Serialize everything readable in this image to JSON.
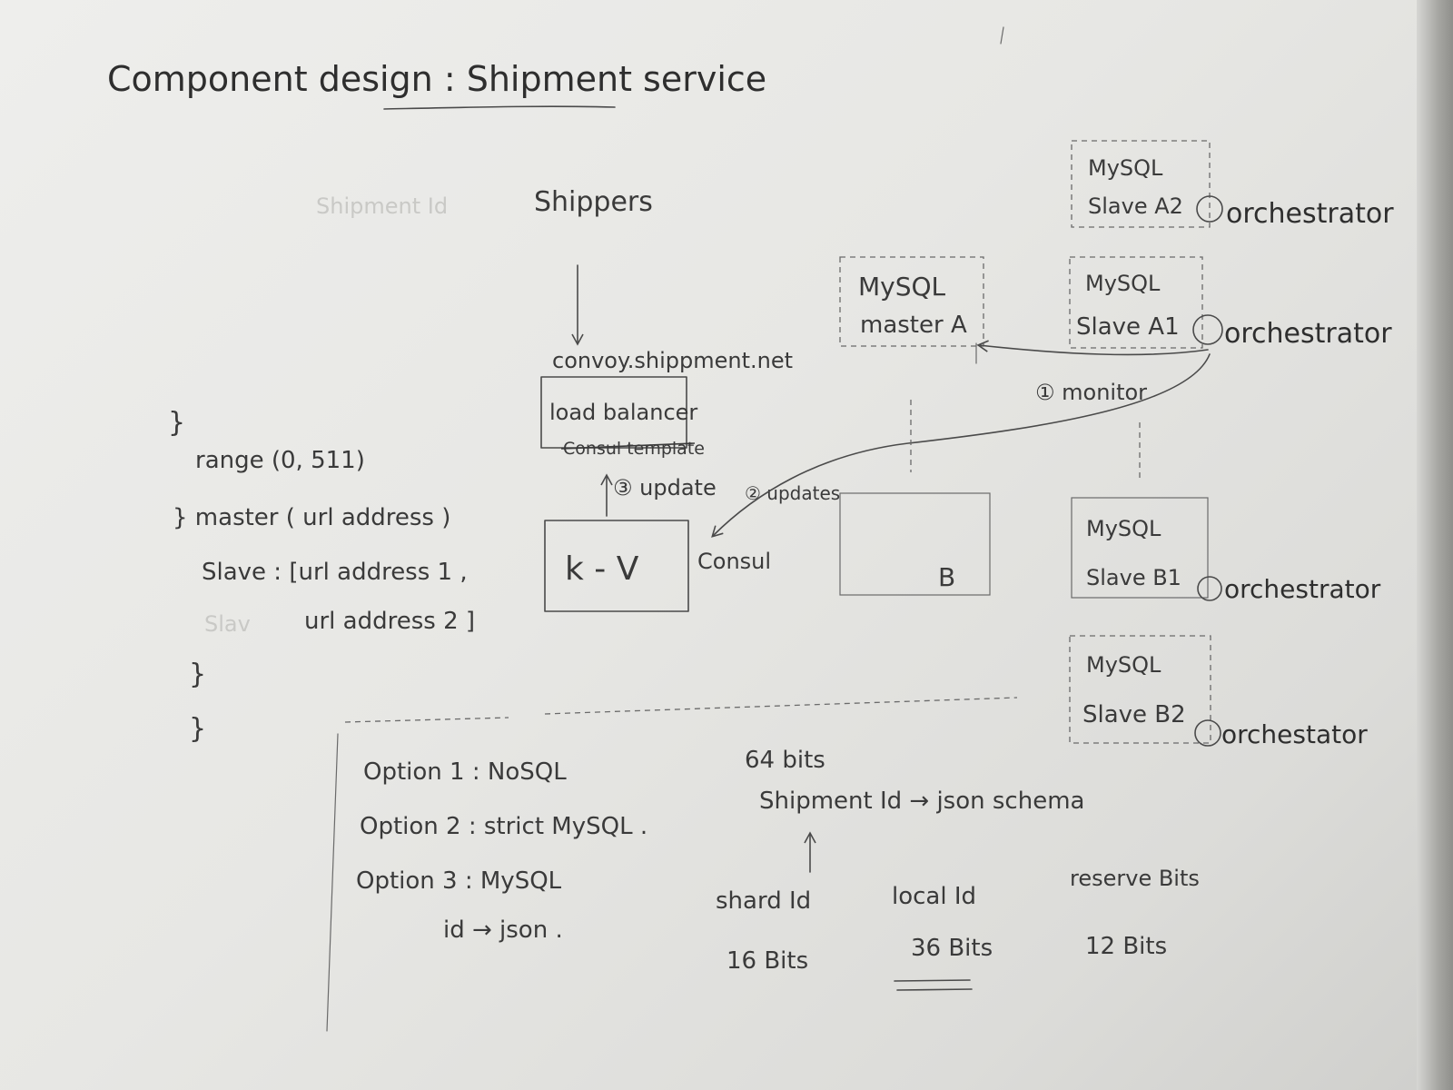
{
  "title": "Component design : Shipment service",
  "faint_text": {
    "top": "Shipment Id",
    "slave_fragment": "Slav"
  },
  "shippers": "Shippers",
  "domain": "convoy.shippment.net",
  "load_balancer": "load balancer",
  "consul_template": "Consul template",
  "update_step": "③ update",
  "updates_step": "② updates",
  "monitor_step": "① monitor",
  "kv": "k - V",
  "consul": "Consul",
  "shard_b": "B",
  "nodes": {
    "master_a": [
      "MySQL",
      "master A"
    ],
    "slave_a2": [
      "MySQL",
      "Slave A2"
    ],
    "slave_a1": [
      "MySQL",
      "Slave A1"
    ],
    "slave_b1": [
      "MySQL",
      "Slave B1"
    ],
    "slave_b2": [
      "MySQL",
      "Slave B2"
    ]
  },
  "orchestrators": {
    "a2": "orchestrator",
    "a1": "orchestrator",
    "b1": "orchestrator",
    "b2": "orchestator"
  },
  "config": {
    "open_brace": "}",
    "range": "range (0, 511)",
    "master": "} master ( url address )",
    "slave_1": "Slave : [url address 1 ,",
    "slave_2": "url address 2 ]",
    "close_1": "}",
    "close_2": "}"
  },
  "options": [
    "Option 1 : NoSQL",
    "Option 2 : strict MySQL .",
    "Option 3 : MySQL",
    "id → json ."
  ],
  "id_layout": {
    "total": "64 bits",
    "mapping": "Shipment Id → json schema",
    "fields": [
      {
        "name": "shard Id",
        "bits": "16 Bits"
      },
      {
        "name": "local Id",
        "bits": "36 Bits"
      },
      {
        "name": "reserve Bits",
        "bits": "12 Bits"
      }
    ]
  }
}
